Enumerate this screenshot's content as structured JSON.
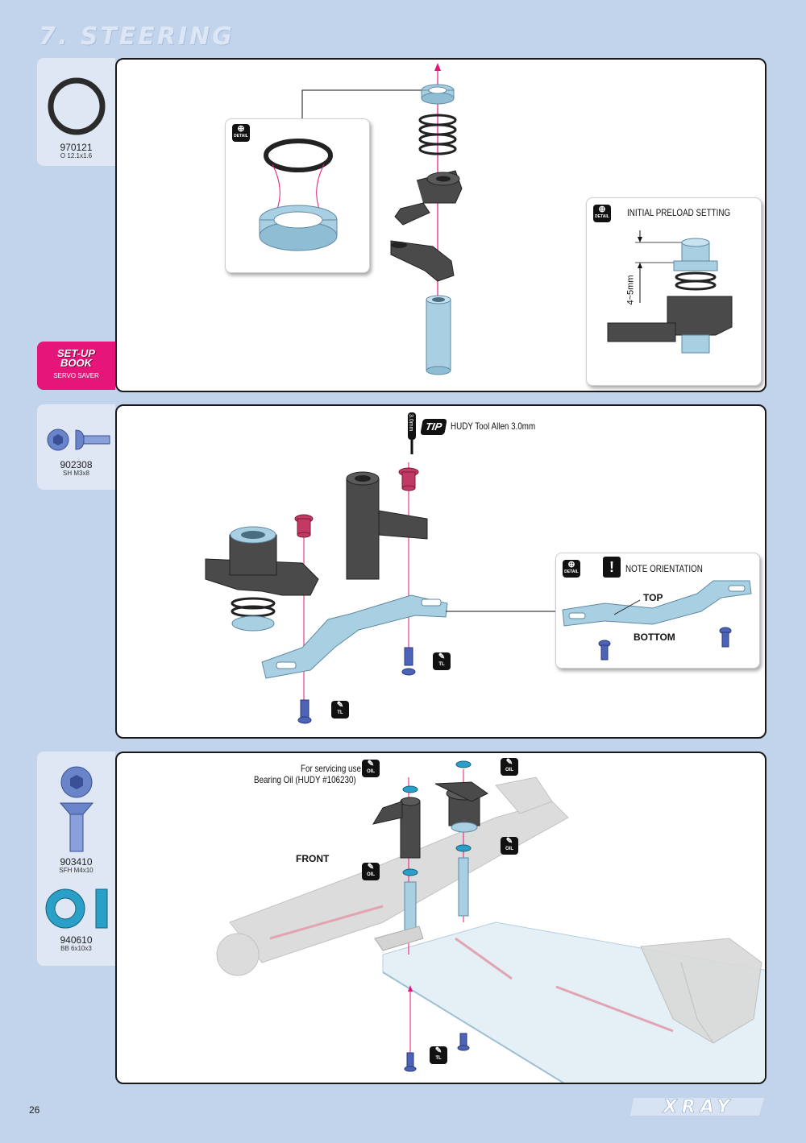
{
  "header": {
    "title": "7. STEERING"
  },
  "parts": [
    {
      "code": "970121",
      "desc": "O 12.1x1.6"
    },
    {
      "code": "902308",
      "desc": "SH M3x8"
    },
    {
      "code": "903410",
      "desc": "SFH M4x10"
    },
    {
      "code": "940610",
      "desc": "BB 6x10x3"
    }
  ],
  "setup_book": {
    "title_line1": "SET-UP",
    "title_line2": "BOOK",
    "subtitle": "SERVO SAVER"
  },
  "step1": {
    "detail_label": "DETAIL",
    "preload": {
      "title": "INITIAL PRELOAD SETTING",
      "dimension": "4~5mm"
    }
  },
  "step2": {
    "tip_label": "TIP",
    "tip_text": "HUDY Tool Allen 3.0mm",
    "tool_size": "3.0mm",
    "note_label": "NOTE ORIENTATION",
    "top_label": "TOP",
    "bottom_label": "BOTTOM",
    "tl_label": "TL",
    "detail_label": "DETAIL"
  },
  "step3": {
    "service_line1": "For servicing use",
    "service_line2": "Bearing Oil (HUDY #106230)",
    "oil_label": "OIL",
    "front_label": "FRONT",
    "tl_label": "TL"
  },
  "footer": {
    "page_number": "26",
    "brand": "XRAY"
  },
  "colors": {
    "background": "#c2d3ec",
    "accent_magenta": "#e5157a",
    "part_blue": "#a9cfe3",
    "part_dark": "#4a4a4a",
    "screw_blue": "#4d63b8",
    "bearing_teal": "#2aa0c8"
  }
}
